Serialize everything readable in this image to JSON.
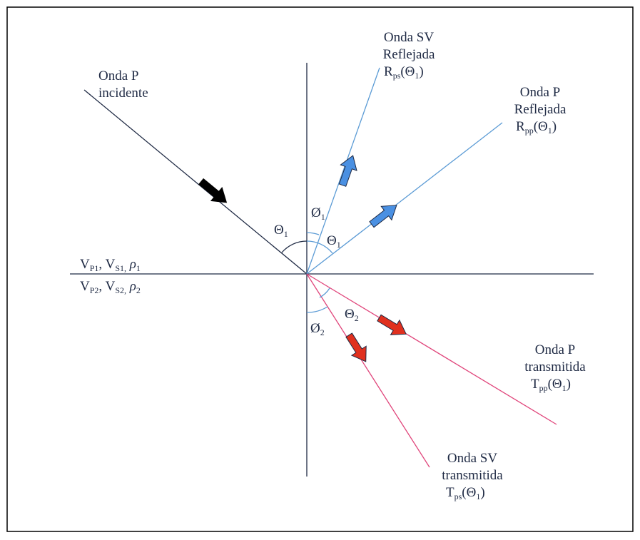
{
  "colors": {
    "ink": "#1f2a44",
    "interface": "#1f2a44",
    "reflected": "#5b9bd5",
    "reflected_arrow": "#4a90e2",
    "transmitted": "#e0457b",
    "transmitted_arrow": "#e0301e",
    "incident_arrow": "#000000"
  },
  "labels": {
    "incident": [
      "Onda P",
      "incidente"
    ],
    "reflected_sv": [
      "Onda SV",
      "Reflejada"
    ],
    "reflected_sv_coef": {
      "main": "R",
      "sub": "ps",
      "arg": "(Θ",
      "argsub": "1",
      "close": ")"
    },
    "reflected_p": [
      "Onda P",
      "Reflejada"
    ],
    "reflected_p_coef": {
      "main": "R",
      "sub": "pp",
      "arg": "(Θ",
      "argsub": "1",
      "close": ")"
    },
    "transmitted_p": [
      "Onda P",
      "transmitida"
    ],
    "transmitted_p_coef": {
      "main": "T",
      "sub": "pp",
      "arg": "(Θ",
      "argsub": "1",
      "close": ")"
    },
    "transmitted_sv": [
      "Onda SV",
      "transmitida"
    ],
    "transmitted_sv_coef": {
      "main": "T",
      "sub": "ps",
      "arg": "(Θ",
      "argsub": "1",
      "close": ")"
    }
  },
  "media": {
    "upper": {
      "vp": "V",
      "vp_sub": "P1",
      "vs": "V",
      "vs_sub": "S1,",
      "rho": "ρ",
      "rho_sub": "1",
      "sep": ","
    },
    "lower": {
      "vp": "V",
      "vp_sub": "P2",
      "vs": "V",
      "vs_sub": "S2,",
      "rho": "ρ",
      "rho_sub": "2",
      "sep": ","
    }
  },
  "angles": {
    "theta1_incident": {
      "sym": "Θ",
      "sub": "1"
    },
    "phi1": {
      "sym": "Ø",
      "sub": "1"
    },
    "theta1_reflected": {
      "sym": "Θ",
      "sub": "1"
    },
    "phi2": {
      "sym": "Ø",
      "sub": "2"
    },
    "theta2": {
      "sym": "Θ",
      "sub": "2"
    }
  }
}
